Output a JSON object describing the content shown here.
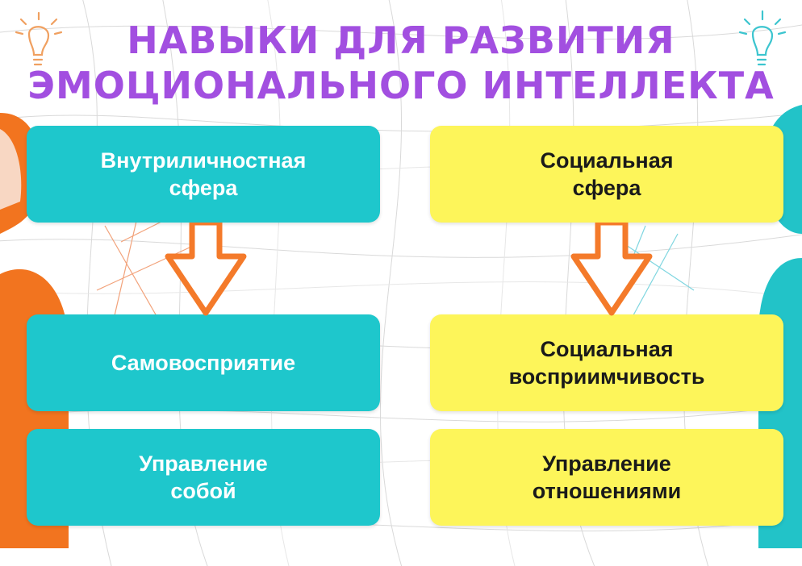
{
  "title": {
    "line1": "НАВЫКИ ДЛЯ РАЗВИТИЯ",
    "line2": "ЭМОЦИОНАЛЬНОГО ИНТЕЛЛЕКТА"
  },
  "colors": {
    "title": "#a24fe0",
    "teal": "#1ec7cc",
    "yellow": "#fdf55a",
    "arrow": "#f47a2a",
    "figure_orange": "#f2741f",
    "figure_teal": "#22c3c8"
  },
  "left_column": {
    "header": "Внутриличностная сфера",
    "items": [
      "Самовосприятие",
      "Управление собой"
    ]
  },
  "right_column": {
    "header": "Социальная сфера",
    "items": [
      "Социальная восприимчивость",
      "Управление отношениями"
    ]
  },
  "icons": [
    "lightbulb-icon",
    "down-arrow-icon"
  ]
}
